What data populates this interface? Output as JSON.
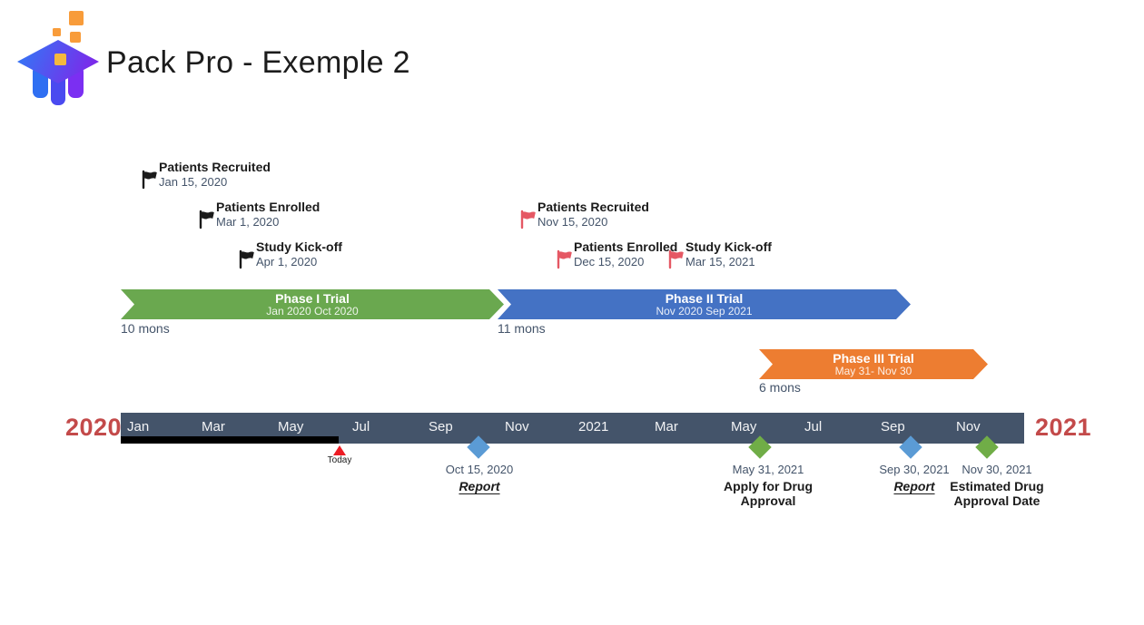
{
  "header": {
    "title": "Pack Pro - Exemple 2"
  },
  "chart_data": {
    "type": "gantt-timeline",
    "title": "Pack Pro - Exemple 2",
    "axis": {
      "year_left": "2020",
      "year_right": "2021",
      "tick_labels": [
        "Jan",
        "Mar",
        "May",
        "Jul",
        "Sep",
        "Nov",
        "2021",
        "Mar",
        "May",
        "Jul",
        "Sep",
        "Nov"
      ],
      "range": "Jan 2020 - Dec 2021",
      "band_color": "#44546A",
      "year_color": "#C34A4A"
    },
    "today": {
      "label": "Today",
      "marker_color": "#ED1C24",
      "elapsed_bar_color": "#000000"
    },
    "phases": [
      {
        "name": "Phase I Trial",
        "date_range": "Jan 2020 Oct 2020",
        "duration": "10 mons",
        "color": "#6AA84F"
      },
      {
        "name": "Phase II Trial",
        "date_range": "Nov 2020 Sep 2021",
        "duration": "11 mons",
        "color": "#4472C4"
      },
      {
        "name": "Phase III Trial",
        "date_range": "May 31- Nov 30",
        "duration": "6 mons",
        "color": "#ED7D31"
      }
    ],
    "flag_milestones": [
      {
        "title": "Patients Recruited",
        "date": "Jan 15, 2020",
        "flag_color": "#1b1b1b"
      },
      {
        "title": "Patients Enrolled",
        "date": "Mar 1, 2020",
        "flag_color": "#1b1b1b"
      },
      {
        "title": "Study Kick-off",
        "date": "Apr 1, 2020",
        "flag_color": "#1b1b1b"
      },
      {
        "title": "Patients Recruited",
        "date": "Nov 15, 2020",
        "flag_color": "#E55864"
      },
      {
        "title": "Patients Enrolled",
        "date": "Dec 15, 2020",
        "flag_color": "#E55864"
      },
      {
        "title": "Study Kick-off",
        "date": "Mar 15, 2021",
        "flag_color": "#E55864"
      }
    ],
    "diamond_milestones": [
      {
        "date": "Oct 15, 2020",
        "label": "Report",
        "color": "#5B9BD5"
      },
      {
        "date": "May 31, 2021",
        "label": "Apply for Drug\nApproval",
        "color": "#70AD47"
      },
      {
        "date": "Sep 30, 2021",
        "label": "Report",
        "color": "#5B9BD5"
      },
      {
        "date": "Nov 30, 2021",
        "label": "Estimated Drug\nApproval Date",
        "color": "#70AD47"
      }
    ]
  }
}
